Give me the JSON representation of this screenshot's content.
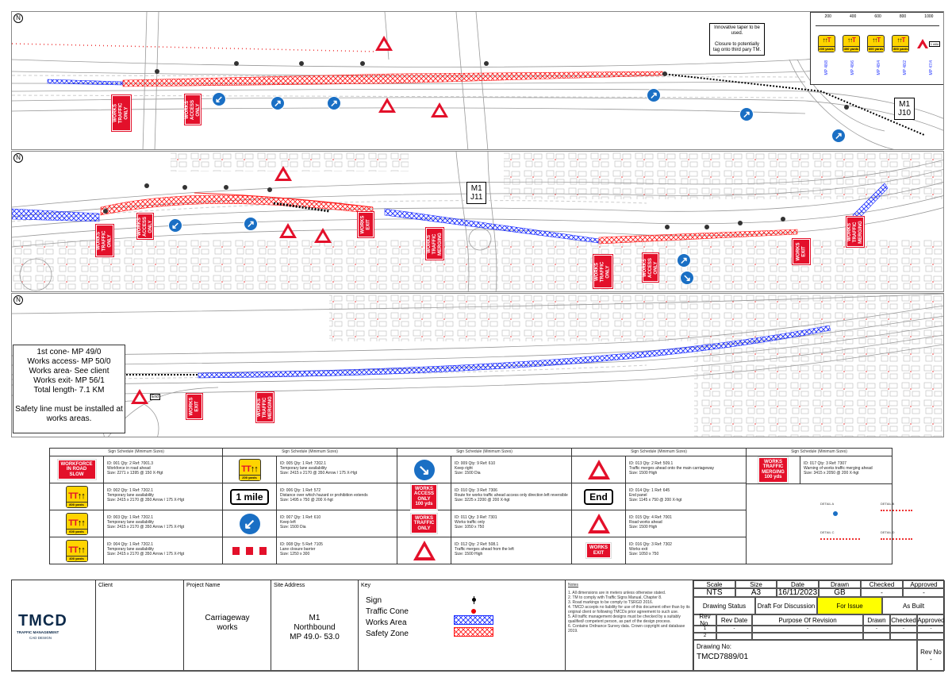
{
  "map": {
    "panel1": {
      "north_label": "N",
      "note": [
        "Innovative taper to be used.",
        "Closure to potentially tag onto third pary TM."
      ],
      "junction": [
        "M1",
        "J10"
      ],
      "signs": [
        "WORKS\nTRAFFIC\nONLY",
        "WORKS\nACCESS\nONLY"
      ],
      "inset": {
        "distances": [
          "200",
          "400",
          "600",
          "800",
          "1000"
        ],
        "lane_signs": [
          "200 yards",
          "400 yards",
          "600 yards",
          "800 yards"
        ],
        "markers": [
          "MP 48/8",
          "MP 48/6",
          "MP 48/4",
          "MP 48/2",
          "MP 47/4"
        ],
        "plate": "1 mile"
      }
    },
    "panel2": {
      "north_label": "N",
      "junction": [
        "M1",
        "J11"
      ],
      "signs": [
        "WORKS\nTRAFFIC\nONLY",
        "WORKS\nACCESS\nONLY",
        "WORKS\nEXIT",
        "WORKS\nTRAFFIC\nMERGING",
        "WORKS\nTRAFFIC\nONLY",
        "WORKS\nACCESS\nONLY",
        "WORKS\nEXIT",
        "WORKS\nTRAFFIC\nMERGING"
      ]
    },
    "panel3": {
      "north_label": "N",
      "info": [
        "1st cone- MP 49/0",
        "Works access- MP 50/0",
        "Works area- See client",
        "Works exit- MP 56/1",
        "Total length- 7.1 KM",
        "Safety line must be installed at works areas."
      ],
      "end_plate": "End",
      "signs": [
        "WORKS\nEXIT",
        "WORKS\nTRAFFIC\nMERGING"
      ]
    }
  },
  "schedule": {
    "header": "Sign Schedule (Minimum Sizes)",
    "columns": [
      [
        {
          "sign": "WORKFORCE\nIN ROAD\nSLOW",
          "type": "red",
          "line1": "ID: 001   Qty: 2   Ref: 7001.3",
          "line2": "Workforce in road ahead",
          "line3": "Size: 2271 x 1395 @ 150 X-Hgt"
        },
        {
          "sign": "800 yards",
          "type": "yellow",
          "line1": "ID: 002   Qty: 1   Ref: 7202.1",
          "line2": "Temporary lane availability",
          "line3": "Size: 2415 x 2170 @ 350 Arrow / 175 X-Hgt"
        },
        {
          "sign": "600 yards",
          "type": "yellow",
          "line1": "ID: 003   Qty: 1   Ref: 7202.1",
          "line2": "Temporary lane availability",
          "line3": "Size: 2415 x 2170 @ 350 Arrow / 175 X-Hgt"
        },
        {
          "sign": "400 yards",
          "type": "yellow",
          "line1": "ID: 004   Qty: 1   Ref: 7202.1",
          "line2": "Temporary lane availability",
          "line3": "Size: 2415 x 2170 @ 350 Arrow / 175 X-Hgt"
        }
      ],
      [
        {
          "sign": "200 yards",
          "type": "yellow",
          "line1": "ID: 005   Qty: 1   Ref: 7202.1",
          "line2": "Temporary lane availability",
          "line3": "Size: 2415 x 2170 @ 350 Arrow / 175 X-Hgt"
        },
        {
          "sign": "1 mile",
          "type": "panel",
          "line1": "ID: 006   Qty: 1   Ref: 572",
          "line2": "Distance over which hazard or prohibition extends",
          "line3": "Size: 1495 x 750 @ 200 X-hgt"
        },
        {
          "sign": "↙",
          "type": "circle",
          "line1": "ID: 007   Qty: 1   Ref: 610",
          "line2": "Keep left",
          "line3": "Size: 1500 Dia"
        },
        {
          "sign": "",
          "type": "barrier",
          "line1": "ID: 008   Qty: 5   Ref: 7105",
          "line2": "Lane closure barrier",
          "line3": "Size: 1250 x 300"
        }
      ],
      [
        {
          "sign": "↘",
          "type": "circle",
          "line1": "ID: 009   Qty: 9   Ref: 610",
          "line2": "Keep right",
          "line3": "Size: 1500 Dia"
        },
        {
          "sign": "WORKS\nACCESS\nONLY\n100 yds",
          "type": "red",
          "line1": "ID: 010   Qty: 3   Ref: 7306",
          "line2": "Route for works traffic ahead access only direction left reversible",
          "line3": "Size: 3225 x 2200 @ 200 X-hgt"
        },
        {
          "sign": "WORKS\nTRAFFIC\nONLY",
          "type": "red",
          "line1": "ID: 011   Qty: 3   Ref: 7301",
          "line2": "Works traffic only",
          "line3": "Size: 1050 x 750"
        },
        {
          "sign": "",
          "type": "triangle",
          "line1": "ID: 012   Qty: 2   Ref: 508.1",
          "line2": "Traffic merges ahead from the left",
          "line3": "Size: 1500 High"
        }
      ],
      [
        {
          "sign": "",
          "type": "triangle",
          "line1": "ID: 013   Qty: 2   Ref: 509.1",
          "line2": "Traffic merges ahead onto the main carriageway",
          "line3": "Size: 1500 High"
        },
        {
          "sign": "End",
          "type": "panel",
          "line1": "ID: 014   Qty: 1   Ref: 645",
          "line2": "End panel",
          "line3": "Size: 1145 x 750 @ 200 X-hgt"
        },
        {
          "sign": "",
          "type": "triangle",
          "line1": "ID: 015   Qty: 4   Ref: 7001",
          "line2": "Road works ahead",
          "line3": "Size: 1500 High"
        },
        {
          "sign": "WORKS\nEXIT",
          "type": "red",
          "line1": "ID: 016   Qty: 3   Ref: 7302",
          "line2": "Works exit",
          "line3": "Size: 1050 x 750"
        }
      ],
      [
        {
          "sign": "WORKS\nTRAFFIC\nMERGING\n100 yds",
          "type": "red",
          "line1": "ID: 017   Qty: 3   Ref: 7307",
          "line2": "Warning of works traffic merging ahead",
          "line3": "Size: 3415 x 2050 @ 200 X-hgt"
        }
      ]
    ]
  },
  "details": [
    "DETAIL A",
    "DETAIL B",
    "DETAIL C",
    "DETAIL D"
  ],
  "title_block": {
    "logo": {
      "main": "TMCD",
      "sub1": "TRAFFIC MANAGEMENT",
      "sub2": "CAD DESIGN"
    },
    "client_label": "Client",
    "client_value": "",
    "project_label": "Project Name",
    "project_value": [
      "Carriageway",
      "works"
    ],
    "site_label": "Site Address",
    "site_value": [
      "M1",
      "Northbound",
      "MP 49.0- 53.0"
    ],
    "key_label": "Key",
    "key_items": [
      "Sign",
      "Traffic Cone",
      "Works Area",
      "Safety Zone"
    ],
    "notes_label": "Notes",
    "notes": [
      "1. All dimensions are in meters unless otherwise stated.",
      "2. TM to comply with Traffic Signs Manual, Chapter 8.",
      "3. Road markings to be comply to TSRGD 2016.",
      "4. TMCD accepts no liability for use of this document other than by its original client or following TMCDs prior agreement to such use.",
      "5. All traffic management designs must be checked by a suitably qualified/ competent person, as part of the design process.",
      "6. Contains Ordnance Survey data. Crown copyright and database 2019."
    ],
    "headers": {
      "scale": "Scale",
      "size": "Size",
      "date": "Date",
      "drawn": "Drawn",
      "checked": "Checked",
      "approved": "Approved"
    },
    "values": {
      "scale": "NTS",
      "size": "A3",
      "date": "16/11/2023",
      "drawn": "GB",
      "checked": "-",
      "approved": "-"
    },
    "status_label": "Drawing Status",
    "status_options": [
      "Draft For Discussion",
      "For Issue",
      "As Built"
    ],
    "status_highlight": "#ffff00",
    "rev_headers": {
      "rev_no": "Rev No.",
      "rev_date": "Rev Date",
      "purpose": "Purpose Of Revision",
      "drawn": "Drawn",
      "checked": "Checked",
      "approved": "Approved"
    },
    "revisions": [
      {
        "no": "1",
        "date": "-",
        "purpose": "-",
        "drawn": "-",
        "checked": "-",
        "approved": "-"
      },
      {
        "no": "2",
        "date": "",
        "purpose": "",
        "drawn": "",
        "checked": "",
        "approved": ""
      }
    ],
    "drawing_no_label": "Drawing No:",
    "drawing_no": "TMCD7889/01",
    "rev_no_label": "Rev No",
    "rev_no": "-"
  },
  "colors": {
    "works_area": "#1a2cff",
    "safety_zone": "#ff1a1a",
    "sign_red": "#e3102a",
    "keep_blue": "#1a6fc4",
    "yellow": "#ffd400"
  }
}
